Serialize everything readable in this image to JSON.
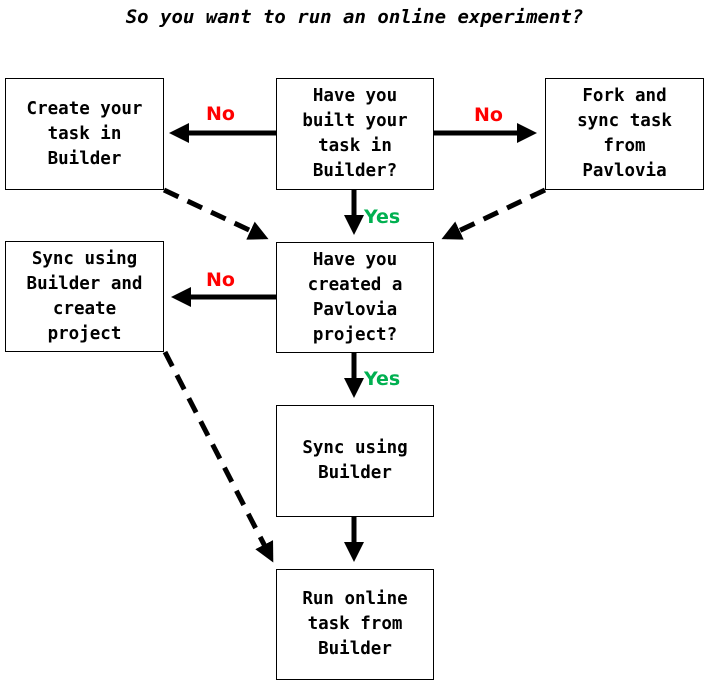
{
  "title": "So you want to run an online experiment?",
  "nodes": {
    "built_in_builder": "Have you\nbuilt your\ntask in\nBuilder?",
    "create_task": "Create your\ntask in\nBuilder",
    "fork_sync": "Fork and\nsync task\nfrom\nPavlovia",
    "created_project": "Have you\ncreated a\nPavlovia\nproject?",
    "sync_create": "Sync using\nBuilder and\ncreate\nproject",
    "sync_builder": "Sync using\nBuilder",
    "run_online": "Run online\ntask from\nBuilder"
  },
  "labels": {
    "no": "No",
    "yes": "Yes"
  },
  "colors": {
    "no": "#ff0000",
    "yes": "#00b050",
    "line": "#000000"
  }
}
